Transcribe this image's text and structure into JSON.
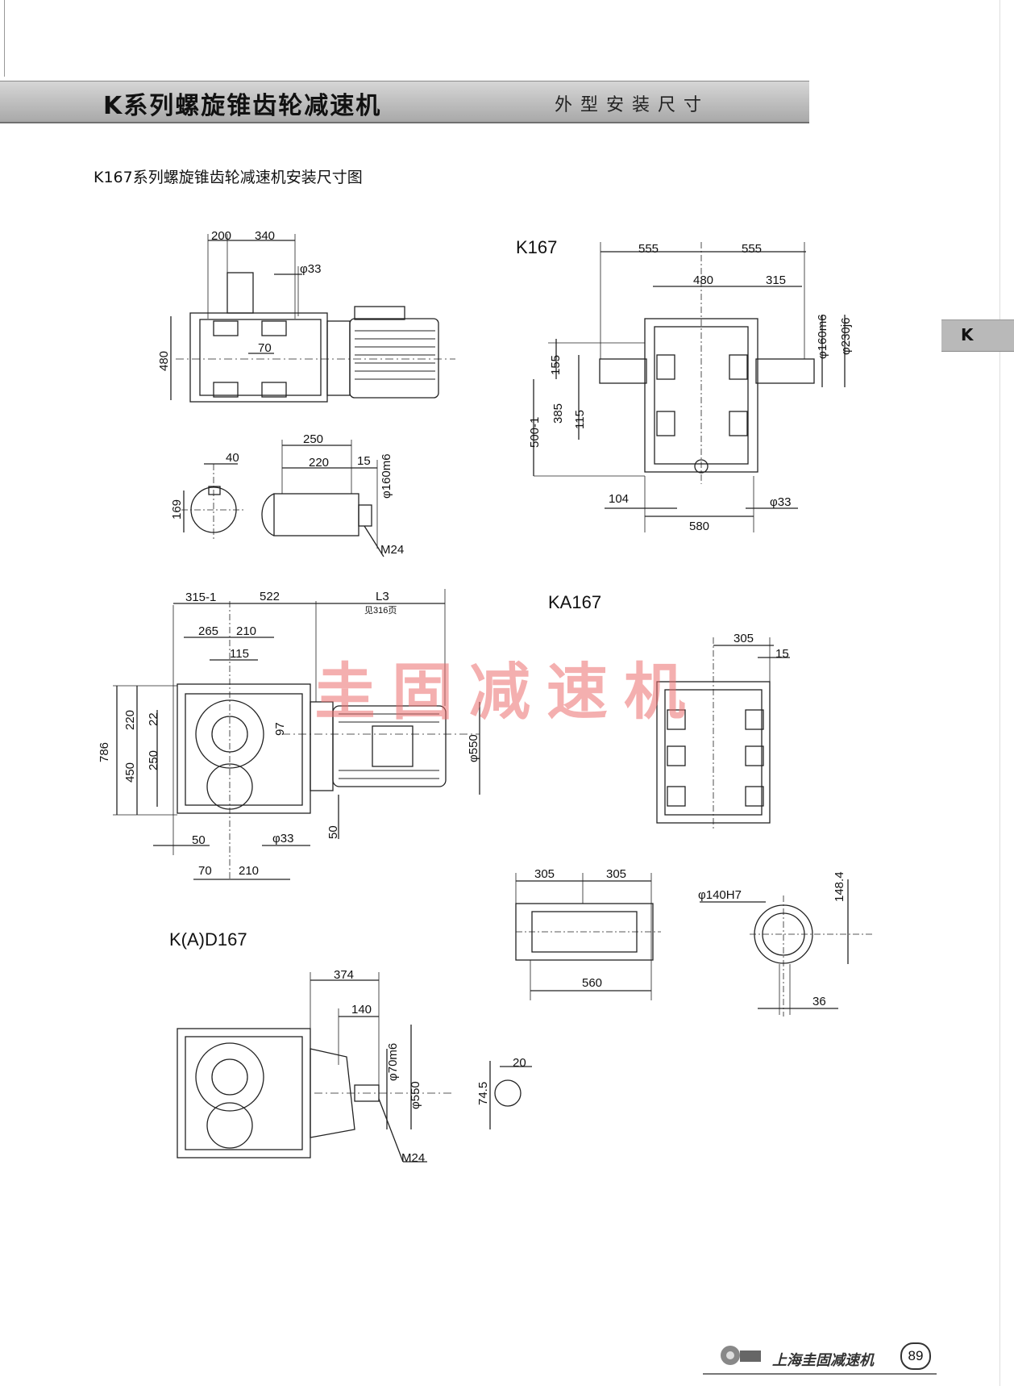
{
  "header": {
    "title": "K系列螺旋锥齿轮减速机",
    "subtitle": "外型安装尺寸"
  },
  "section_title": "K167系列螺旋锥齿轮减速机安装尺寸图",
  "side_tab": "K",
  "watermark": "圭固减速机",
  "views": {
    "k167": "K167",
    "ka167": "KA167",
    "kad167": "K(A)D167"
  },
  "dims": {
    "top_left": [
      "200",
      "340",
      "φ33",
      "480",
      "70"
    ],
    "key_left": [
      "40",
      "169"
    ],
    "shaft_left": [
      "250",
      "220",
      "15",
      "φ160m6",
      "M24"
    ],
    "k167": [
      "555",
      "555",
      "480",
      "315",
      "φ160m6",
      "φ230j6",
      "155",
      "500-1",
      "385",
      "115",
      "104",
      "580",
      "φ33"
    ],
    "front": [
      "315-1",
      "522",
      "L3",
      "见316页",
      "265",
      "210",
      "115",
      "220",
      "22",
      "97",
      "786",
      "450",
      "250",
      "φ550",
      "50",
      "φ33",
      "50",
      "70",
      "210"
    ],
    "ka167": [
      "305",
      "15"
    ],
    "hollow": [
      "305",
      "305",
      "560",
      "φ140H7",
      "148.4",
      "36"
    ],
    "kad167": [
      "374",
      "140",
      "φ70m6",
      "φ550",
      "M24",
      "20",
      "74.5"
    ]
  },
  "footer": {
    "company": "上海圭固减速机",
    "page": "89"
  }
}
